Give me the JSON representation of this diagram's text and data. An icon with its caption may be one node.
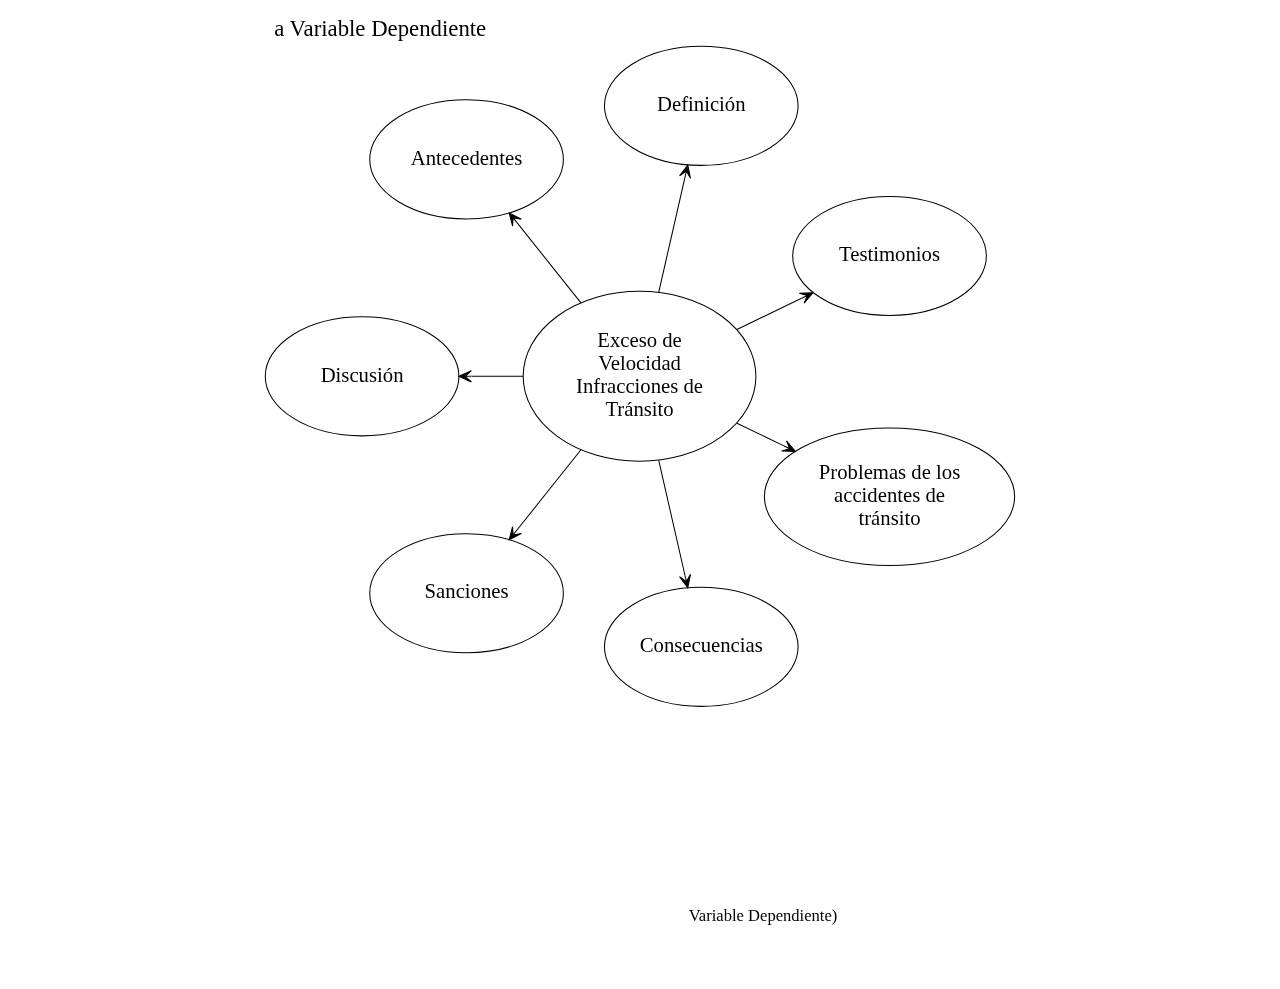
{
  "diagram": {
    "title": "a Variable Dependiente",
    "caption": "Variable Dependiente)",
    "nodes": [
      {
        "text": [
          "Exceso de Velocidad Infracciones de Tránsito"
        ]
      },
      {
        "text": [
          "Testimonios"
        ]
      },
      {
        "text": [
          "Definición"
        ]
      },
      {
        "text": [
          "Antecedentes"
        ]
      },
      {
        "text": [
          "Discusión"
        ]
      },
      {
        "text": [
          "Sanciones"
        ]
      },
      {
        "text": [
          "Consecuencias"
        ]
      },
      {
        "text": [
          "Problemas de los accidentes de tránsito"
        ]
      }
    ],
    "edges": [
      {
        "from": 0,
        "to": 1,
        "arrow": "to"
      },
      {
        "from": 0,
        "to": 2,
        "arrow": "to"
      },
      {
        "from": 0,
        "to": 3,
        "arrow": "to"
      },
      {
        "from": 0,
        "to": 4,
        "arrow": "to"
      },
      {
        "from": 0,
        "to": 5,
        "arrow": "to"
      },
      {
        "from": 0,
        "to": 6,
        "arrow": "to"
      },
      {
        "from": 0,
        "to": 7,
        "arrow": "to"
      }
    ]
  }
}
